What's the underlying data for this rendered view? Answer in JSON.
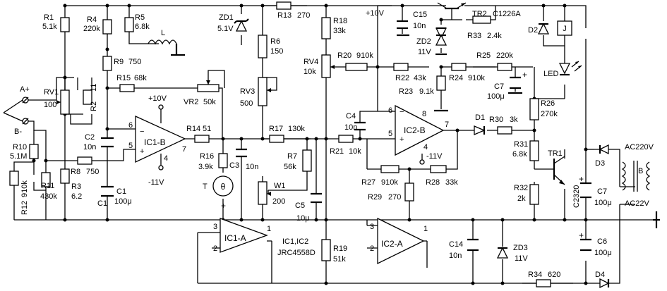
{
  "components": {
    "R1": {
      "ref": "R1",
      "value": "5.1k"
    },
    "R2": {
      "ref": "R2",
      "value": "11"
    },
    "R3": {
      "ref": "R3",
      "value": "6.2"
    },
    "R4": {
      "ref": "R4",
      "value": "220k"
    },
    "R5": {
      "ref": "R5",
      "value": "6.8k"
    },
    "R6": {
      "ref": "R6",
      "value": "150"
    },
    "R7": {
      "ref": "R7",
      "value": "56k"
    },
    "R8": {
      "ref": "R8",
      "value": "750"
    },
    "R9": {
      "ref": "R9",
      "value": "750"
    },
    "R10": {
      "ref": "R10",
      "value": "5.1M"
    },
    "R11": {
      "ref": "R11",
      "value": "430k"
    },
    "R12": {
      "ref": "R12",
      "value": "910k"
    },
    "R13": {
      "ref": "R13",
      "value": "270"
    },
    "R14": {
      "ref": "R14",
      "value": "51"
    },
    "R15": {
      "ref": "R15",
      "value": "68k"
    },
    "R16": {
      "ref": "R16",
      "value": "3.9k"
    },
    "R17": {
      "ref": "R17",
      "value": "130k"
    },
    "R18": {
      "ref": "R18",
      "value": "33k"
    },
    "R19": {
      "ref": "R19",
      "value": "51k"
    },
    "R20": {
      "ref": "R20",
      "value": "910k"
    },
    "R21": {
      "ref": "R21",
      "value": "10k"
    },
    "R22": {
      "ref": "R22",
      "value": "43k"
    },
    "R23": {
      "ref": "R23",
      "value": "9.1k"
    },
    "R24": {
      "ref": "R24",
      "value": "910k"
    },
    "R25": {
      "ref": "R25",
      "value": "220k"
    },
    "R26": {
      "ref": "R26",
      "value": "270k"
    },
    "R27": {
      "ref": "R27",
      "value": "910k"
    },
    "R28": {
      "ref": "R28",
      "value": "33k"
    },
    "R29": {
      "ref": "R29",
      "value": "270"
    },
    "R30": {
      "ref": "R30",
      "value": "3k"
    },
    "R31": {
      "ref": "R31",
      "value": "6.8k"
    },
    "R32": {
      "ref": "R32",
      "value": "2k"
    },
    "R33": {
      "ref": "R33",
      "value": "2.4k"
    },
    "R34": {
      "ref": "R34",
      "value": "620"
    },
    "RV1": {
      "ref": "RV1",
      "value": "100"
    },
    "RV3": {
      "ref": "RV3",
      "value": "500"
    },
    "RV4": {
      "ref": "RV4",
      "value": "10k"
    },
    "VR2": {
      "ref": "VR2",
      "value": "50k"
    },
    "W1": {
      "ref": "W1",
      "value": "200"
    },
    "C1": {
      "ref": "C1",
      "value": "100μ"
    },
    "C2": {
      "ref": "C2",
      "value": "10n"
    },
    "C3": {
      "ref": "C3",
      "value": "10n"
    },
    "C4": {
      "ref": "C4",
      "value": "10n"
    },
    "C5": {
      "ref": "C5",
      "value": "10μ"
    },
    "C6": {
      "ref": "C6",
      "value": "100μ"
    },
    "C7a": {
      "ref": "C7",
      "value": "100μ"
    },
    "C7b": {
      "ref": "C7",
      "value": "100μ"
    },
    "C14": {
      "ref": "C14",
      "value": "10n"
    },
    "C15": {
      "ref": "C15",
      "value": "10n"
    },
    "C2320": {
      "ref": "C2320"
    },
    "ZD1": {
      "ref": "ZD1",
      "value": "5.1V"
    },
    "ZD2": {
      "ref": "ZD2",
      "value": "11V"
    },
    "ZD3": {
      "ref": "ZD3",
      "value": "11V"
    },
    "D1": {
      "ref": "D1"
    },
    "D2": {
      "ref": "D2"
    },
    "D3": {
      "ref": "D3"
    },
    "D4": {
      "ref": "D4"
    },
    "TR1": {
      "ref": "TR1"
    },
    "TR2": {
      "ref": "TR2",
      "value": "C1226A"
    },
    "L": {
      "ref": "L"
    },
    "J": {
      "ref": "J"
    },
    "LED": {
      "ref": "LED"
    },
    "T": {
      "ref": "T",
      "symbol": "θ"
    },
    "B": {
      "ref": "B"
    }
  },
  "opamps": {
    "ic1b": {
      "name": "IC1-B",
      "pin_inv": "6",
      "pin_noninv": "5",
      "pin_out": "7",
      "pin_v": "4",
      "minus": "−",
      "plus": "+"
    },
    "ic2b": {
      "name": "IC2-B",
      "pin_inv": "6",
      "pin_noninv": "5",
      "pin_out": "7",
      "pin_top": "8",
      "pin_v": "4",
      "minus": "−",
      "plus": "+"
    },
    "ic1a": {
      "name": "IC1-A",
      "pin_a": "3",
      "pin_b": "2",
      "pin_out": "1"
    },
    "ic2a": {
      "name": "IC2-A",
      "pin_a": "3",
      "pin_b": "2",
      "pin_out": "1"
    }
  },
  "labels": {
    "a_plus": "A+",
    "b_minus": "B-",
    "vplus_ic1": "+10V",
    "vminus_ic1": "-11V",
    "vplus_top": "+10V",
    "vminus_ic2": "-11V",
    "ic_note_line1": "IC1,IC2",
    "ic_note_line2": "JRC4558D",
    "ac_high": "AC220V",
    "ac_low": "AC22V"
  }
}
